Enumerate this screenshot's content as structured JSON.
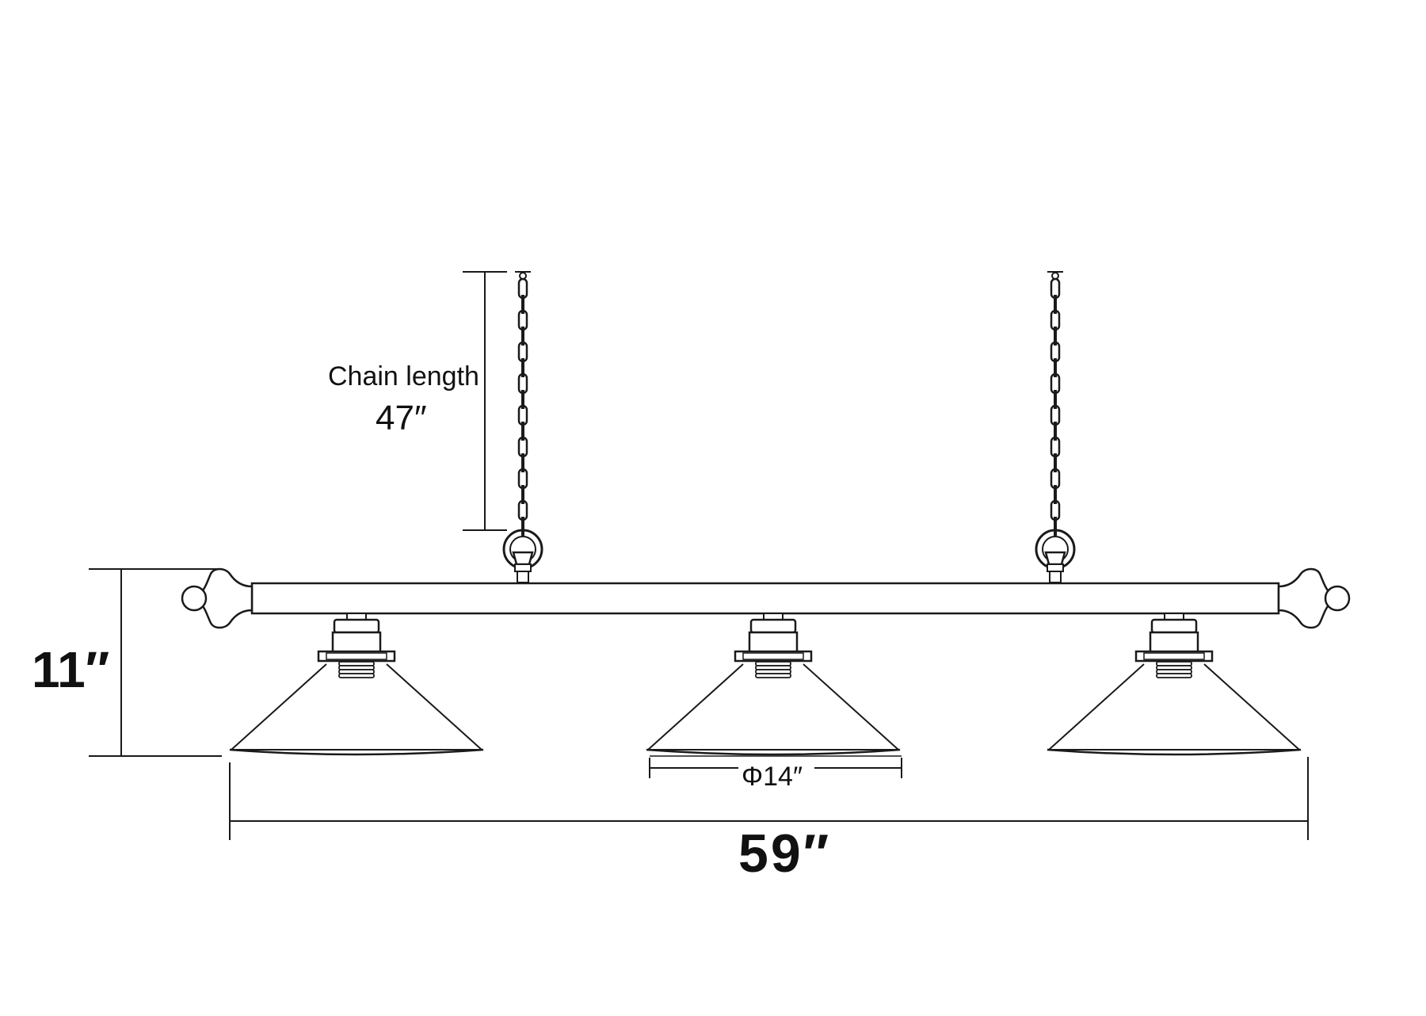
{
  "labels": {
    "chain_length_title": "Chain length",
    "chain_length_value": "47″",
    "height_value": "11″",
    "shade_diameter": "Φ14″",
    "overall_width": "59″"
  },
  "colors": {
    "stroke": "#1a1a1a",
    "background": "#ffffff"
  },
  "counts": {
    "shades": 3,
    "chains": 2
  }
}
